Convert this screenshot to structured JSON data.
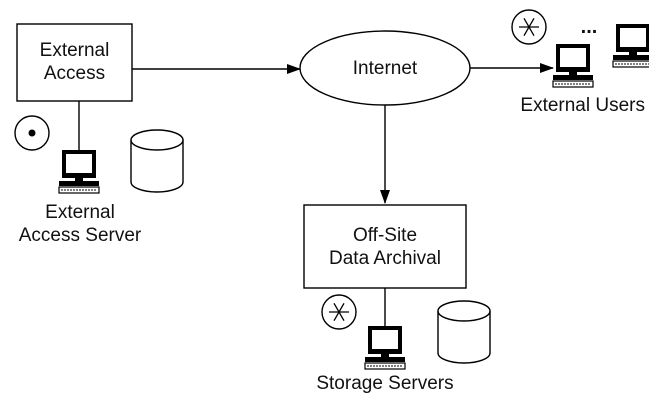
{
  "nodes": {
    "external_access": {
      "line1": "External",
      "line2": "Access"
    },
    "internet": {
      "label": "Internet"
    },
    "offsite": {
      "line1": "Off-Site",
      "line2": "Data Archival"
    },
    "external_access_server": {
      "line1": "External",
      "line2": "Access Server"
    },
    "external_users": {
      "label": "External Users",
      "ellipsis": "..."
    },
    "storage_servers": {
      "label": "Storage Servers"
    }
  },
  "icons": [
    "dot-circle-icon",
    "asterisk-circle-icon",
    "computer-icon",
    "database-cylinder-icon"
  ]
}
